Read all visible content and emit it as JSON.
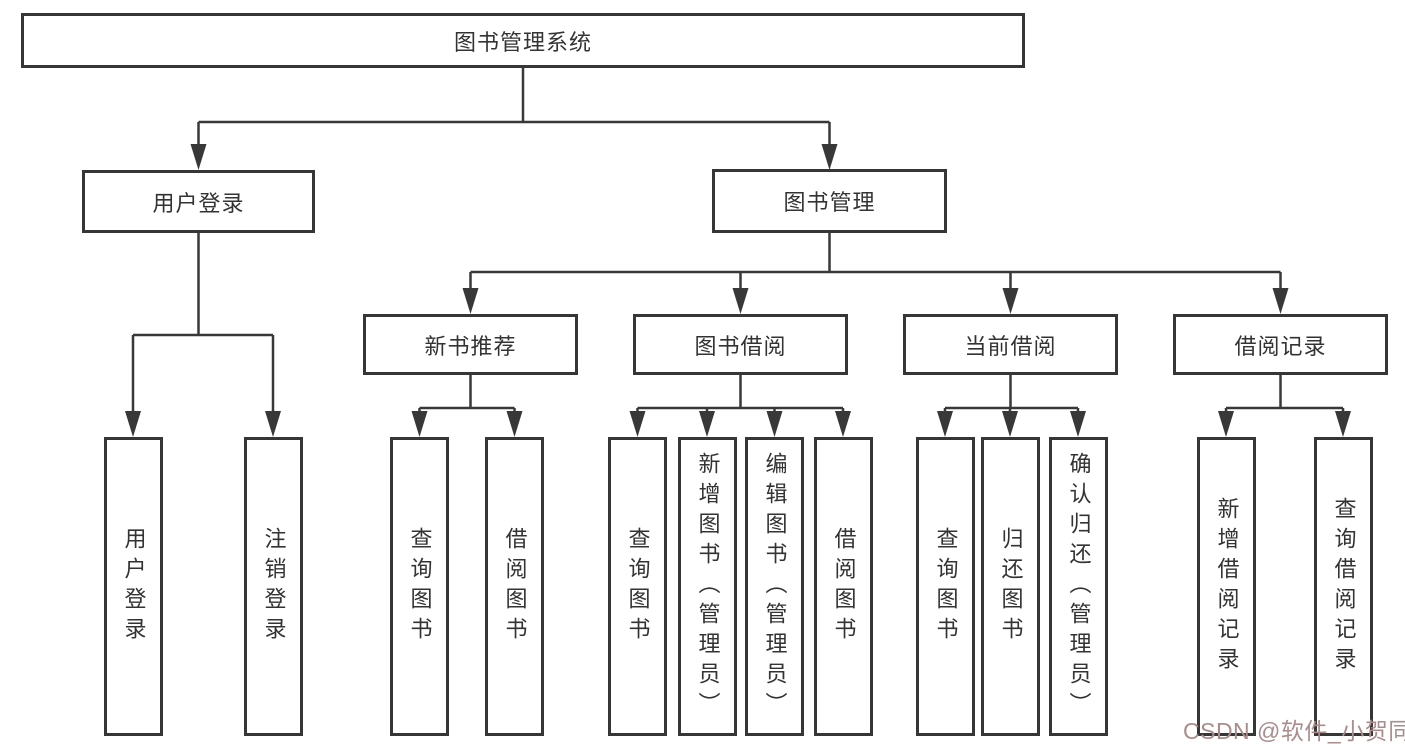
{
  "diagram": {
    "root": "图书管理系统",
    "level2": {
      "user_login": "用户登录",
      "book_mgmt": "图书管理"
    },
    "level3": {
      "new_books": "新书推荐",
      "borrow": "图书借阅",
      "current": "当前借阅",
      "records": "借阅记录"
    },
    "leaves": {
      "login": "用户登录",
      "logout": "注销登录",
      "nb_query": "查询图书",
      "nb_borrow": "借阅图书",
      "bw_query": "查询图书",
      "bw_add": "新增图书（管理员）",
      "bw_edit": "编辑图书（管理员）",
      "bw_borrow": "借阅图书",
      "cur_query": "查询图书",
      "cur_return": "归还图书",
      "cur_confirm": "确认归还（管理员）",
      "rec_add": "新增借阅记录",
      "rec_query": "查询借阅记录"
    },
    "line_color": "#383838",
    "text_color": "#333333"
  },
  "watermark": {
    "text": "CSDN @软件_小贺同学",
    "color": "#ab8c8c"
  }
}
